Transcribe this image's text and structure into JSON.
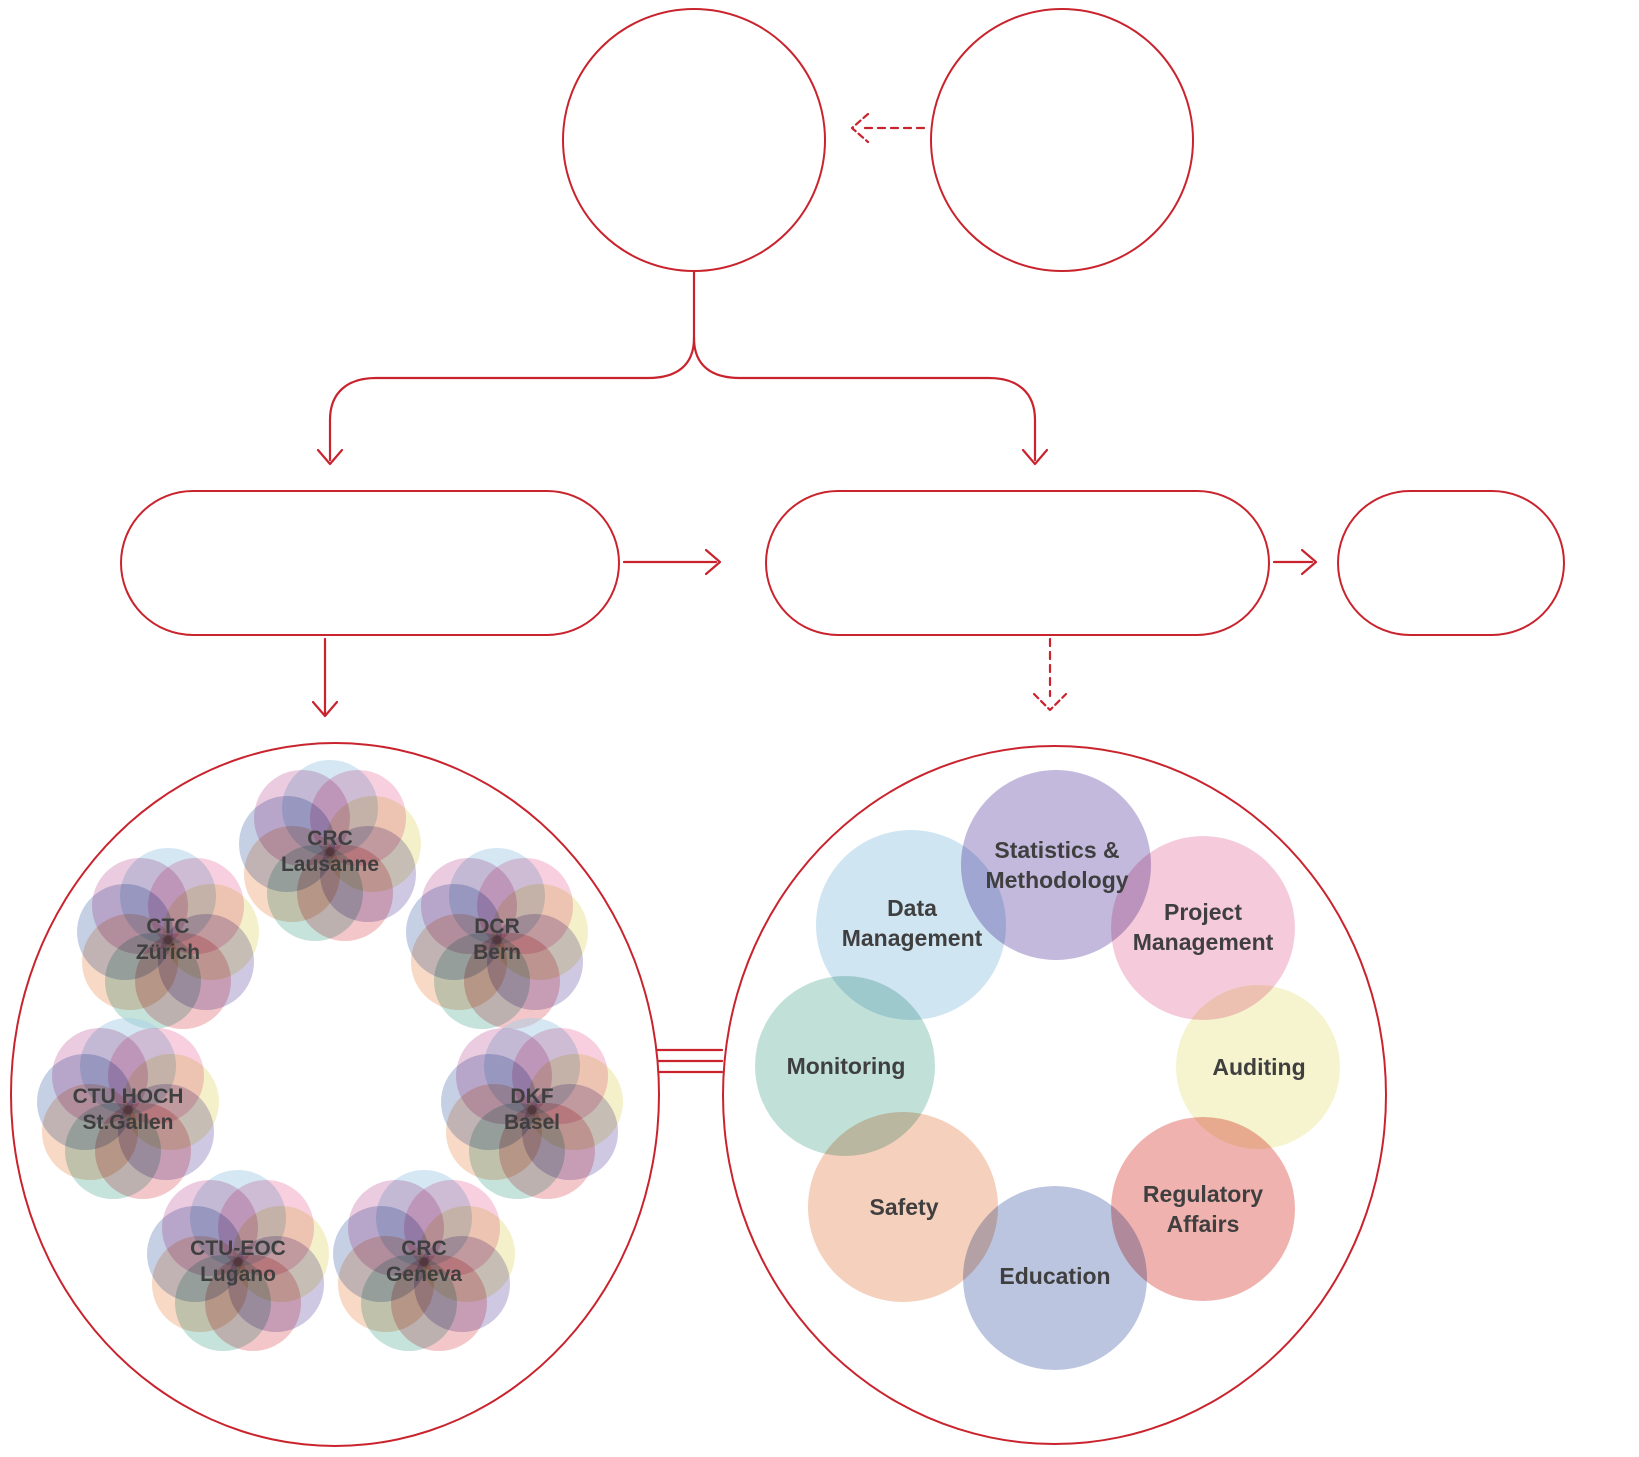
{
  "colors": {
    "accent": "#c9242e",
    "text": "#3f3f3f"
  },
  "left_hub": {
    "members": [
      {
        "name": "CRC",
        "place": "Lausanne"
      },
      {
        "name": "CTC",
        "place": "Zürich"
      },
      {
        "name": "DCR",
        "place": "Bern"
      },
      {
        "name": "CTU HOCH",
        "place": "St.Gallen"
      },
      {
        "name": "DKF",
        "place": "Basel"
      },
      {
        "name": "CTU-EOC",
        "place": "Lugano"
      },
      {
        "name": "CRC",
        "place": "Geneva"
      }
    ],
    "petal_palette": [
      "#a9cfe8",
      "#ef9fbe",
      "#e8e296",
      "#9f92c8",
      "#e88f96",
      "#8cc6b8",
      "#f0b48e",
      "#8ea2cc",
      "#d898c0"
    ]
  },
  "right_hub": {
    "services": [
      {
        "label": "Statistics &\nMethodology",
        "color": "#8f7fc0"
      },
      {
        "label": "Data\nManagement",
        "color": "#a9cfe8"
      },
      {
        "label": "Project\nManagement",
        "color": "#ec9fbe"
      },
      {
        "label": "Monitoring",
        "color": "#8cc6b8"
      },
      {
        "label": "Auditing",
        "color": "#eeeaa8"
      },
      {
        "label": "Safety",
        "color": "#eca987"
      },
      {
        "label": "Regulatory\nAffairs",
        "color": "#e4726c"
      },
      {
        "label": "Education",
        "color": "#8395c6"
      }
    ]
  }
}
